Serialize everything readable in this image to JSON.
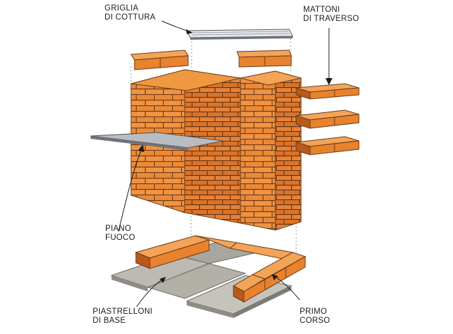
{
  "labels": {
    "grill_line1": "GRIGLIA",
    "grill_line2": "DI COTTURA",
    "cross_line1": "MATTONI",
    "cross_line2": "DI TRAVERSO",
    "fire_line1": "PIANO",
    "fire_line2": "FUOCO",
    "base_line1": "PIASTRELLONI",
    "base_line2": "DI BASE",
    "course_line1": "PRIMO",
    "course_line2": "CORSO"
  },
  "colors": {
    "brick": "#e8822e",
    "brick_light": "#f3a457",
    "brick_dark": "#b85a1c",
    "mortar": "#6b3a1a",
    "slab": "#bdbab3",
    "slab_dark": "#8e8c86",
    "metal": "#a9adb3",
    "metal_dark": "#6f747a",
    "ink": "#1a1a1a"
  }
}
